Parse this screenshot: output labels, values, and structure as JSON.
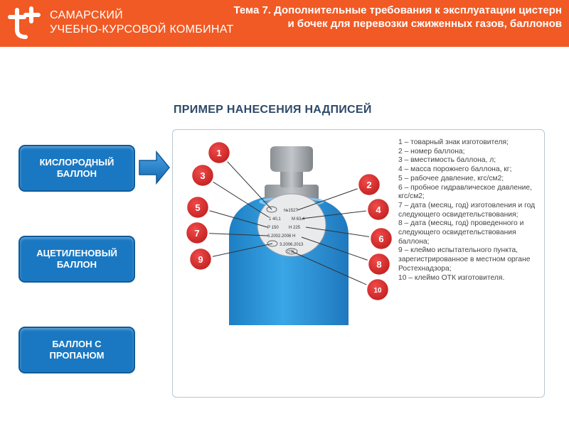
{
  "header": {
    "org_line1": "САМАРСКИЙ",
    "org_line2": "УЧЕБНО-КУРСОВОЙ КОМБИНАТ",
    "topic_title": "Тема 7. Дополнительные требования к эксплуатации цистерн и бочек для перевозки сжиженных газов, баллонов",
    "brand_color": "#f15a24"
  },
  "section_title": "ПРИМЕР НАНЕСЕНИЯ НАДПИСЕЙ",
  "cylinder_types": [
    {
      "label": "КИСЛОРОДНЫЙ\nБАЛЛОН"
    },
    {
      "label": "АЦЕТИЛЕНОВЫЙ\nБАЛЛОН"
    },
    {
      "label": "БАЛЛОН С\nПРОПАНОМ"
    }
  ],
  "markers": [
    "1",
    "2",
    "3",
    "4",
    "5",
    "6",
    "7",
    "8",
    "9",
    "10"
  ],
  "stamp": {
    "line1": "№1527",
    "line2a": "1 40,1",
    "line2b": "М 63,4",
    "line3a": "Р 150",
    "line3b": "Н 225",
    "line4": "6.2002.2006 Н",
    "line5": "3.2006.2013",
    "otk": "ОТК"
  },
  "legend": [
    "1 – товарный знак изготовителя;",
    "2 – номер баллона;",
    "3 – вместимость баллона, л;",
    "4 – масса порожнего баллона, кг;",
    "5 – рабочее давление, кгс/см2;",
    "6 – пробное гидравлическое давление, кгс/см2;",
    "7 – дата (месяц, год) изготовления и год следующего освидетельствования;",
    "8 – дата (месяц, год) проведенного и следующего освидетельствования баллона;",
    "9 – клеймо испытательного пункта, зарегистрированное в местном органе Ростехнадзора;",
    "10 – клеймо ОТК изготовителя."
  ],
  "colors": {
    "button_blue": "#1a78c2",
    "cylinder_blue": "#2b94d6",
    "marker_red": "#d42a2a"
  }
}
